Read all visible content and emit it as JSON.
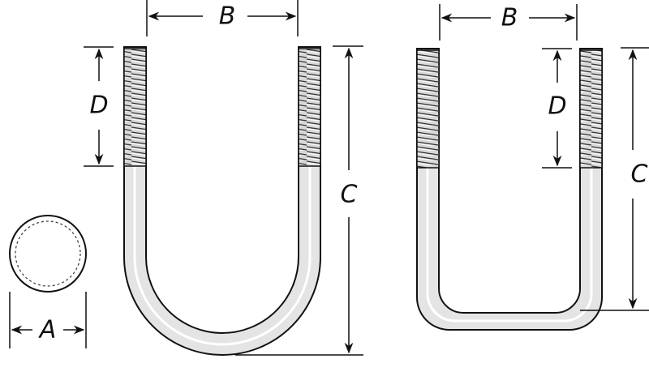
{
  "diagram": {
    "labels": {
      "width_between_legs": "B",
      "thread_length": "D",
      "overall_length": "C",
      "rod_diameter": "A"
    },
    "colors": {
      "line": "#111111",
      "rod_fill": "#e4e4e4",
      "background": "#ffffff"
    },
    "parts": [
      "round-bend-u-bolt",
      "square-bend-u-bolt",
      "rod-cross-section"
    ]
  }
}
